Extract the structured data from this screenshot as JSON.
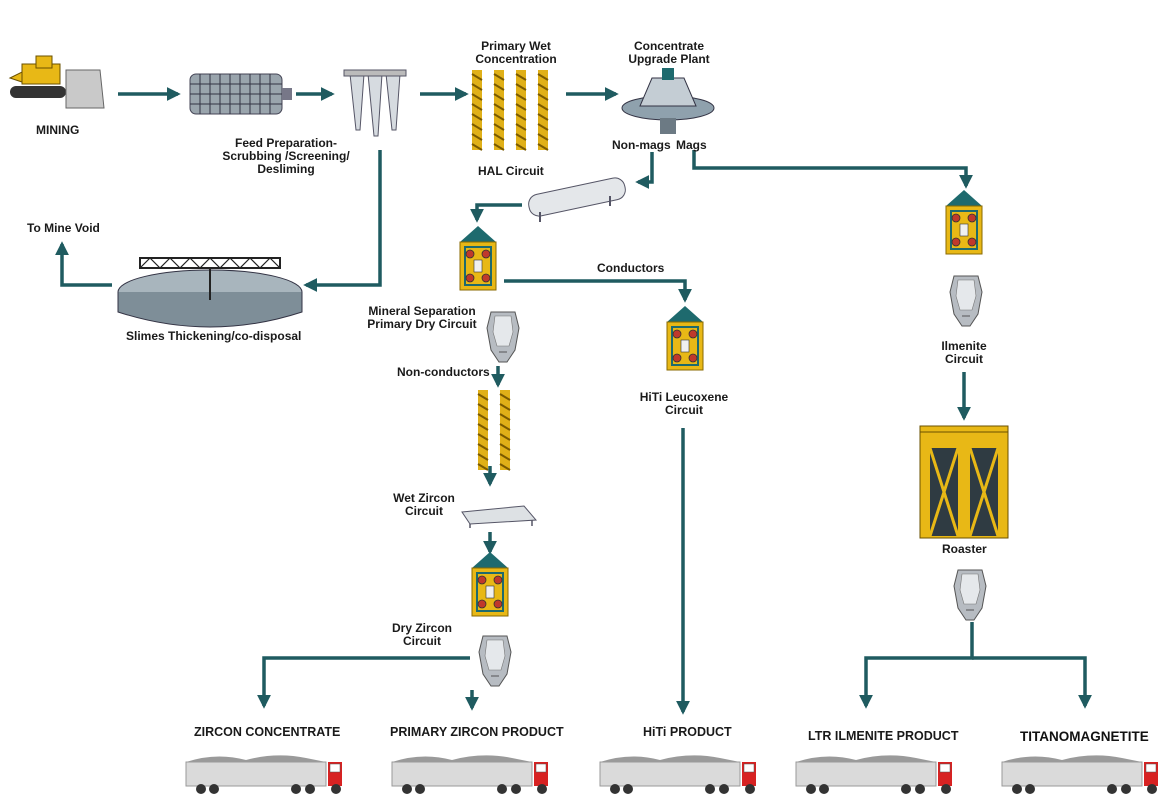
{
  "colors": {
    "flow_line": "#1f5b60",
    "machine_yellow": "#e8b816",
    "machine_teal": "#1e6a6e",
    "truck_red": "#d72222",
    "trailer_grey": "#d8d8d8"
  },
  "labels": {
    "mining": "MINING",
    "feed_prep_1": "Feed Preparation-",
    "feed_prep_2": "Scrubbing /Screening/",
    "feed_prep_3": "Desliming",
    "primary_wet_1": "Primary Wet",
    "primary_wet_2": "Concentration",
    "hal_circuit": "HAL Circuit",
    "cup_1": "Concentrate",
    "cup_2": "Upgrade Plant",
    "non_mags": "Non-mags",
    "mags": "Mags",
    "to_mine_void": "To Mine Void",
    "slimes": "Slimes Thickening/co-disposal",
    "conductors": "Conductors",
    "msp_1": "Mineral Separation",
    "msp_2": "Primary Dry Circuit",
    "non_conductors": "Non-conductors",
    "hiti_1": "HiTi Leucoxene",
    "hiti_2": "Circuit",
    "ilmenite_1": "Ilmenite",
    "ilmenite_2": "Circuit",
    "roaster": "Roaster",
    "wet_zircon_1": "Wet Zircon",
    "wet_zircon_2": "Circuit",
    "dry_zircon_1": "Dry Zircon",
    "dry_zircon_2": "Circuit"
  },
  "products": [
    "ZIRCON CONCENTRATE",
    "PRIMARY ZIRCON PRODUCT",
    "HiTi PRODUCT",
    "LTR ILMENITE PRODUCT",
    "TITANOMAGNETITE"
  ]
}
